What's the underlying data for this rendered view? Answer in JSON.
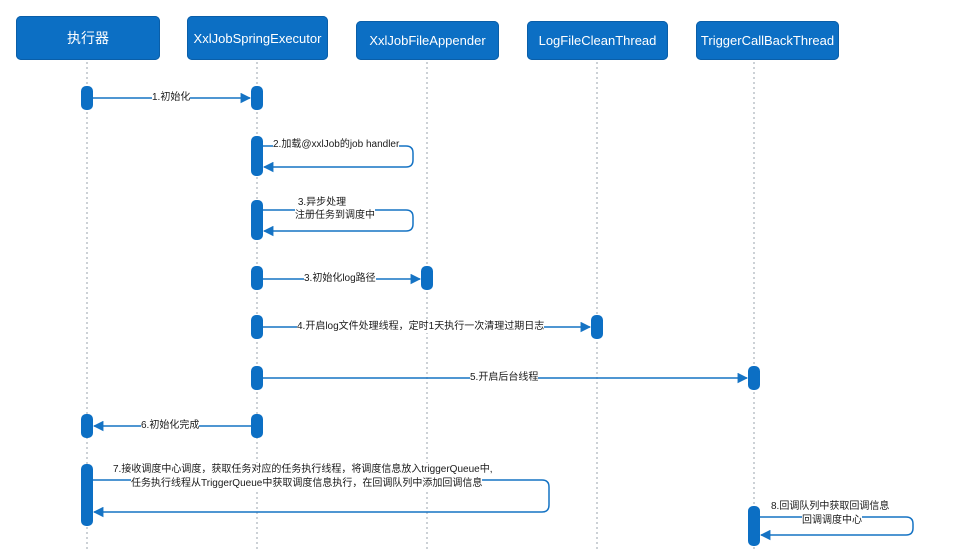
{
  "participants": [
    {
      "id": "executor",
      "label": "执行器"
    },
    {
      "id": "spring",
      "label": "XxlJobSpringExecutor"
    },
    {
      "id": "appender",
      "label": "XxlJobFileAppender"
    },
    {
      "id": "logclean",
      "label": "LogFileCleanThread"
    },
    {
      "id": "callback",
      "label": "TriggerCallBackThread"
    }
  ],
  "messages": [
    {
      "id": "m1",
      "text": "1.初始化"
    },
    {
      "id": "m2",
      "text": "2.加载@xxlJob的job handler"
    },
    {
      "id": "m3a",
      "text": "3.异步处理"
    },
    {
      "id": "m3b",
      "text": "注册任务到调度中"
    },
    {
      "id": "m3c",
      "text": "3.初始化log路径"
    },
    {
      "id": "m4",
      "text": "4.开启log文件处理线程，定时1天执行一次清理过期日志"
    },
    {
      "id": "m5",
      "text": "5.开启后台线程"
    },
    {
      "id": "m6",
      "text": "6.初始化完成"
    },
    {
      "id": "m7a",
      "text": "7.接收调度中心调度，获取任务对应的任务执行线程，将调度信息放入triggerQueue中,"
    },
    {
      "id": "m7b",
      "text": "任务执行线程从TriggerQueue中获取调度信息执行，在回调队列中添加回调信息"
    },
    {
      "id": "m8a",
      "text": "8.回调队列中获取回调信息"
    },
    {
      "id": "m8b",
      "text": "回调调度中心"
    }
  ],
  "colors": {
    "primary": "#0c6fc4",
    "line": "#1573c4",
    "lifeline": "#9aa3ad"
  }
}
